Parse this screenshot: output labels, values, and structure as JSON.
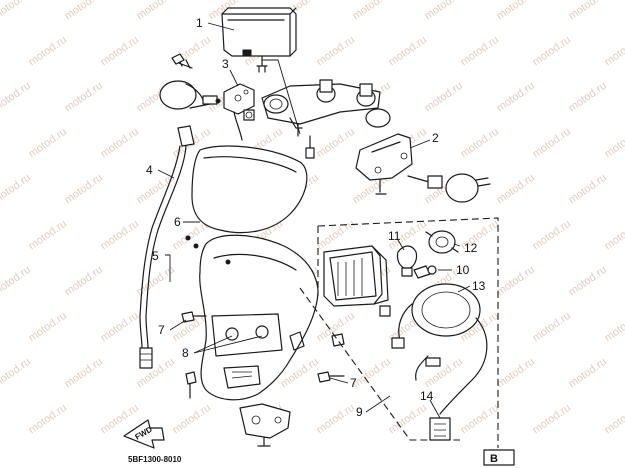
{
  "diagram": {
    "callouts": [
      {
        "id": "1",
        "label": "1"
      },
      {
        "id": "2",
        "label": "2"
      },
      {
        "id": "3",
        "label": "3"
      },
      {
        "id": "4",
        "label": "4"
      },
      {
        "id": "5",
        "label": "5"
      },
      {
        "id": "6",
        "label": "6"
      },
      {
        "id": "7a",
        "label": "7"
      },
      {
        "id": "7b",
        "label": "7"
      },
      {
        "id": "8",
        "label": "8"
      },
      {
        "id": "9",
        "label": "9"
      },
      {
        "id": "10",
        "label": "10"
      },
      {
        "id": "11",
        "label": "11"
      },
      {
        "id": "12",
        "label": "12"
      },
      {
        "id": "13",
        "label": "13"
      },
      {
        "id": "14",
        "label": "14"
      }
    ],
    "drawing_code": "5BF1300-8010",
    "fwd_label": "FWD",
    "box_label": "B"
  },
  "watermark": {
    "text": "motod.ru",
    "color": "#c9a38a"
  }
}
